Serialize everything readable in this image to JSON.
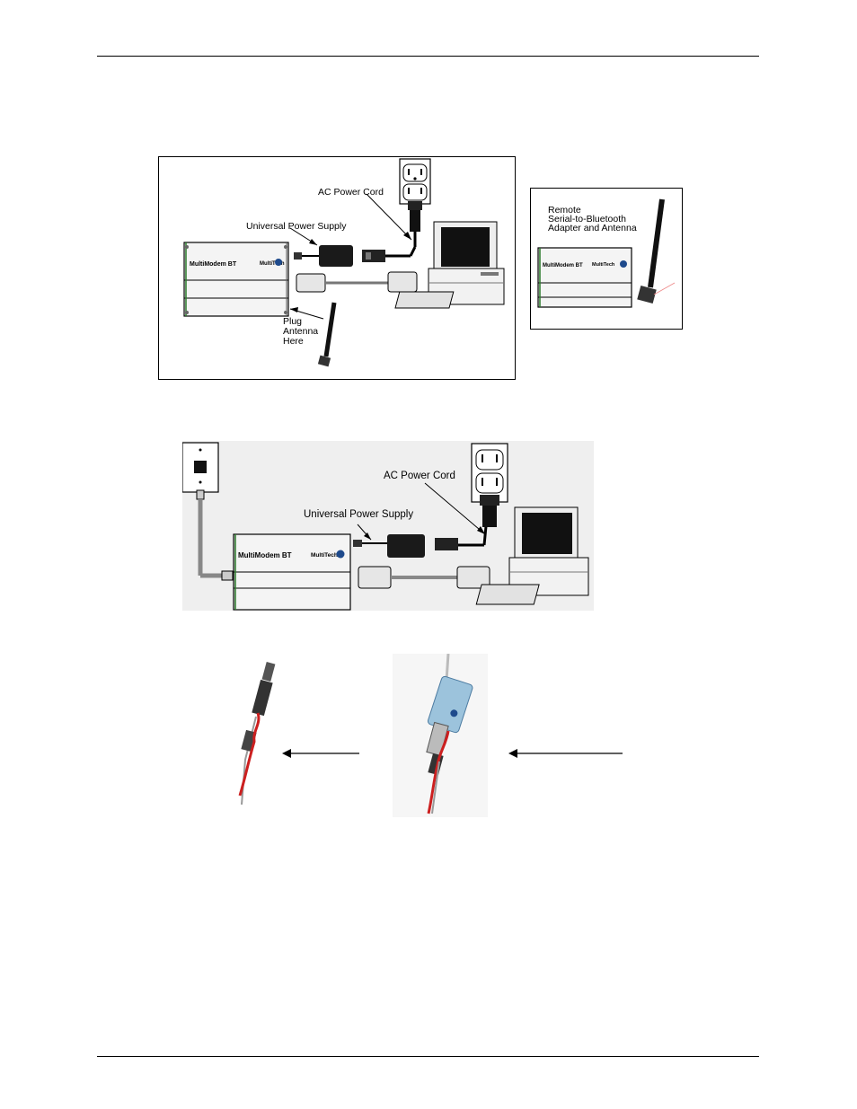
{
  "figure1": {
    "labels": {
      "ac_power_cord": "AC Power Cord",
      "universal_power_supply": "Universal Power Supply",
      "plug_antenna_here": [
        "Plug",
        "Antenna",
        "Here"
      ]
    },
    "remote": {
      "caption": [
        "Remote",
        "Serial-to-Bluetooth",
        "Adapter and Antenna"
      ]
    }
  },
  "figure2": {
    "labels": {
      "ac_power_cord": "AC Power Cord",
      "universal_power_supply": "Universal Power Supply"
    }
  },
  "colors": {
    "wire_red": "#cc1f1f",
    "adapter_blue": "#9cc3dc",
    "device_body": "#f4f4f4"
  }
}
